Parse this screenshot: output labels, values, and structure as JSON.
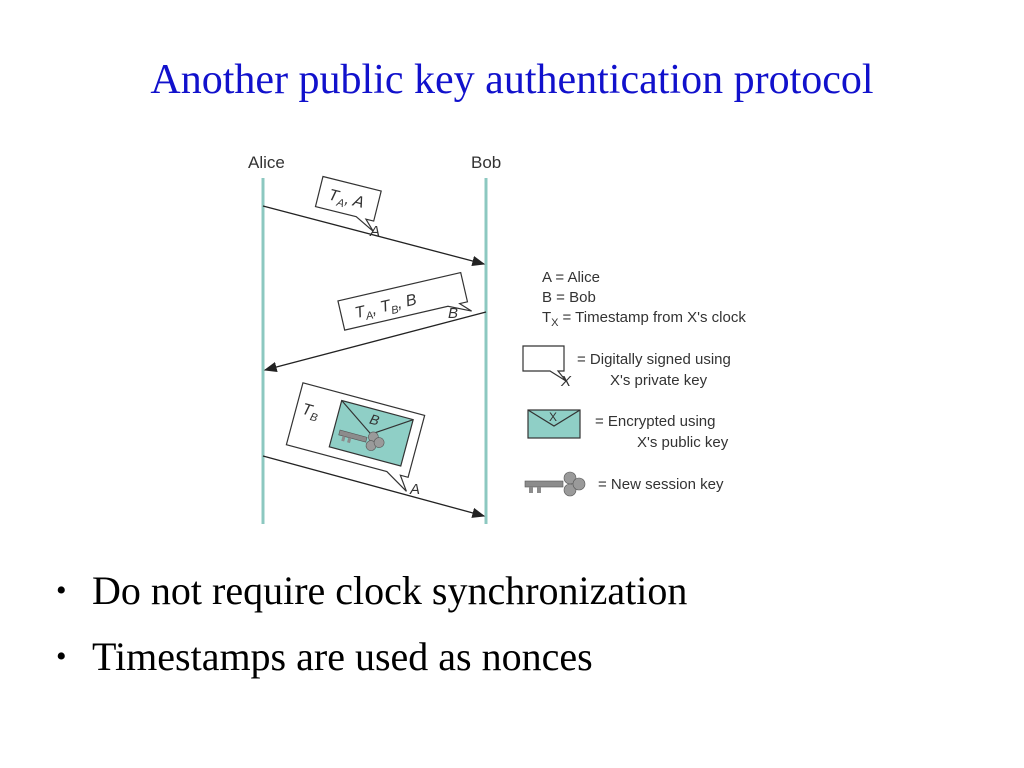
{
  "slide": {
    "title": "Another public key authentication protocol"
  },
  "diagram": {
    "parties": {
      "alice": "Alice",
      "bob": "Bob"
    },
    "messages": [
      {
        "content_main": "T",
        "content_sub": "A",
        "content_rest": ", A",
        "signer": "A"
      },
      {
        "content_main1": "T",
        "content_sub1": "A",
        "content_sep": ", T",
        "content_sub2": "B",
        "content_rest": ", B",
        "signer": "B"
      },
      {
        "timestamp_main": "T",
        "timestamp_sub": "B",
        "envelope_recipient": "B",
        "signer": "A"
      }
    ],
    "legend": {
      "a_def": "A = Alice",
      "b_def": "B = Bob",
      "tx_main": "T",
      "tx_sub": "X",
      "tx_def": "= Timestamp from X's clock",
      "signed_x": "X",
      "signed_line1": "= Digitally signed using",
      "signed_line2": "X's private key",
      "encrypted_x": "X",
      "encrypted_line1": "= Encrypted using",
      "encrypted_line2": "X's public key",
      "session_key": "= New session key"
    },
    "colors": {
      "lifeline": "#8cc8c0",
      "envelope": "#8fcfc6",
      "key": "#8c8c8c"
    }
  },
  "bullets": [
    "Do not require clock synchronization",
    "Timestamps are used as nonces"
  ]
}
